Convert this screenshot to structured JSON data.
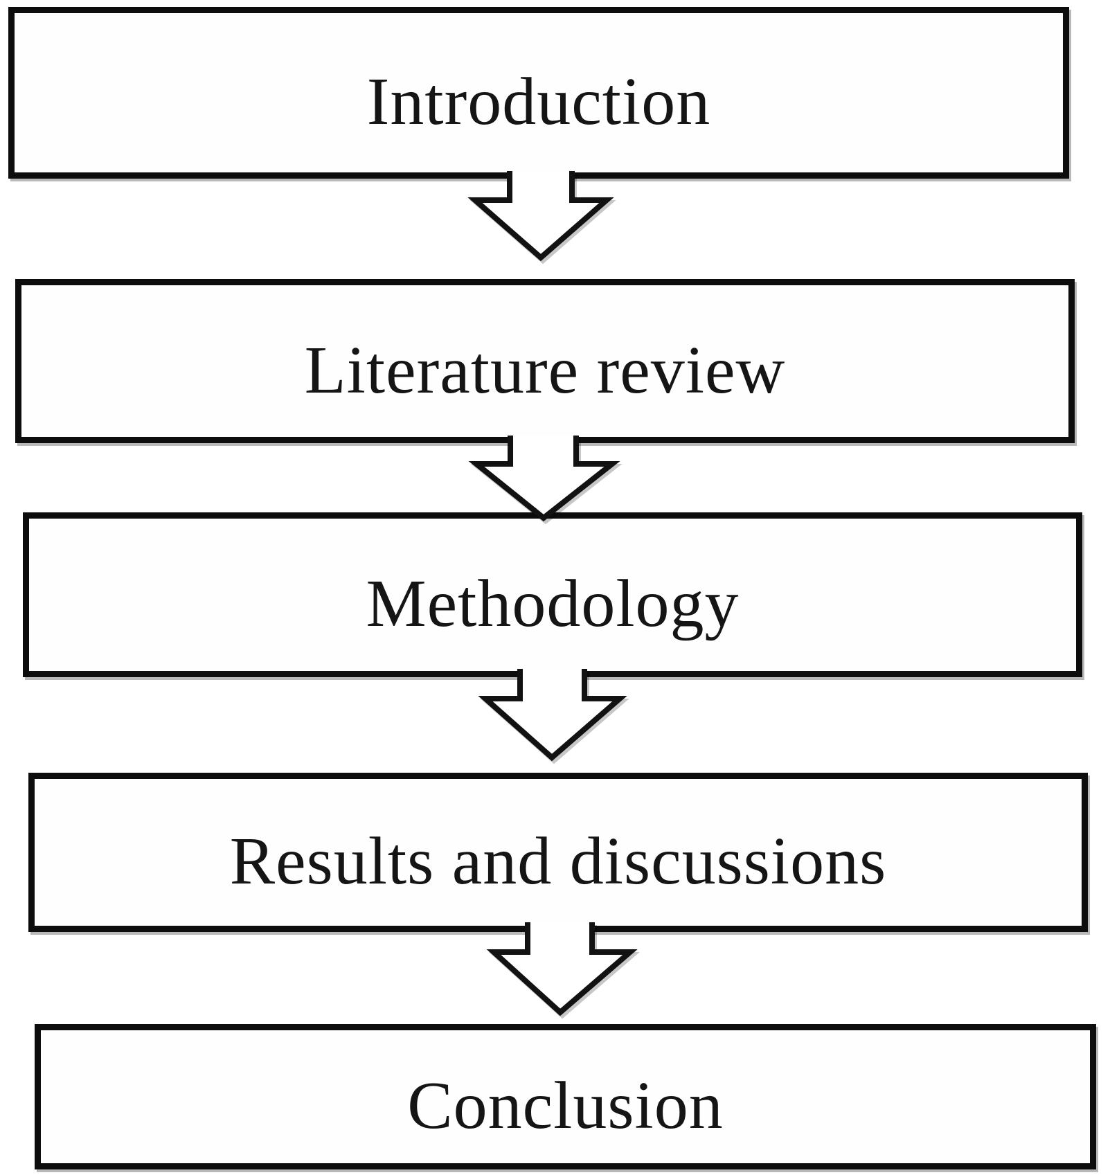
{
  "figure": {
    "type": "flowchart",
    "direction": "top-down",
    "steps": [
      {
        "label": "Introduction"
      },
      {
        "label": "Literature review"
      },
      {
        "label": "Methodology"
      },
      {
        "label": "Results and discussions"
      },
      {
        "label": "Conclusion"
      }
    ],
    "connectors": {
      "count": 4,
      "style": "hollow-down-arrow"
    },
    "colors": {
      "background": "#ffffff",
      "box_fill": "#fefefe",
      "box_border": "#0d0d0d",
      "text": "#151515",
      "shadow_gray": "#a9a9a9"
    }
  }
}
